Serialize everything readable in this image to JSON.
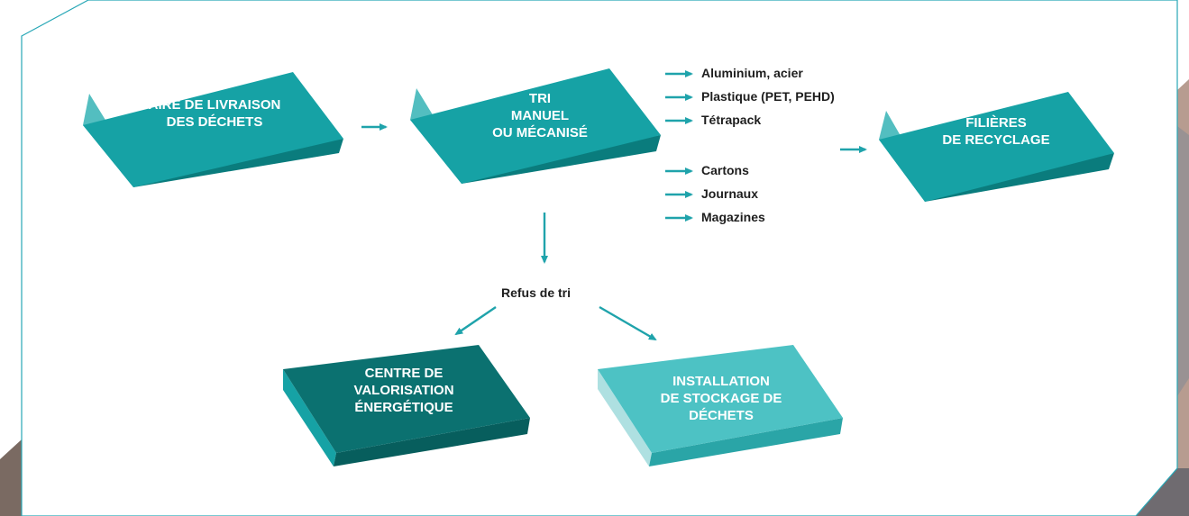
{
  "colors": {
    "frame": "#27a7b6",
    "teal_top": "#16a2a5",
    "teal_left": "#53bec0",
    "teal_front": "#0a7c7d",
    "dark_top": "#0b7170",
    "dark_left": "#16a2a5",
    "dark_front": "#075e5d",
    "light_top": "#4dc2c4",
    "light_left": "#aee0e1",
    "light_front": "#2aa5a7",
    "arrow": "#1fa3ab",
    "text_dark": "#1e1e1e",
    "text_light": "#ffffff"
  },
  "boxes": {
    "livraison": {
      "label": "AIRE DE LIVRAISON\nDES DÉCHETS"
    },
    "tri": {
      "label": "TRI\nMANUEL\nOU MÉCANISÉ"
    },
    "filieres": {
      "label": "FILIÈRES\nDE RECYCLAGE"
    },
    "valorisation": {
      "label": "CENTRE DE\nVALORISATION\nÉNERGÉTIQUE"
    },
    "stockage": {
      "label": "INSTALLATION\nDE STOCKAGE DE\nDÉCHETS"
    }
  },
  "materials_top": [
    "Aluminium, acier",
    "Plastique (PET, PEHD)",
    "Tétrapack"
  ],
  "materials_bottom": [
    "Cartons",
    "Journaux",
    "Magazines"
  ],
  "refus_label": "Refus de tri",
  "icons": {
    "arrow": "arrow-icon"
  }
}
